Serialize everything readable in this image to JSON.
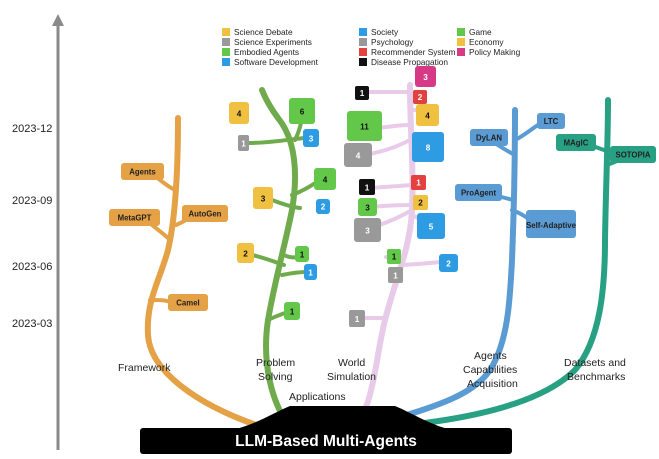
{
  "root": {
    "label": "LLM-Based Multi-Agents",
    "color": "#4f7f5a"
  },
  "axis": {
    "ticks": [
      "2023-12",
      "2023-09",
      "2023-06",
      "2023-03"
    ]
  },
  "colors": {
    "framework": "#e4a146",
    "problem_solving": "#6fab4d",
    "world_simulation": "#e7cbe9",
    "agents_capabilities": "#5b9bd3",
    "benchmarks": "#27a083",
    "science_debate": "#f0c040",
    "science_experiments": "#999999",
    "embodied_agents": "#63c84a",
    "software_development": "#2d9ce3",
    "society": "#2d9ce3",
    "psychology": "#999999",
    "recommender_system": "#e34040",
    "disease_propagation": "#111111",
    "game": "#63c84a",
    "economy": "#f0c040",
    "policy_making": "#d63a86"
  },
  "legend": [
    {
      "label": "Science Debate",
      "color_key": "science_debate"
    },
    {
      "label": "Science Experiments",
      "color_key": "science_experiments"
    },
    {
      "label": "Embodied Agents",
      "color_key": "embodied_agents"
    },
    {
      "label": "Software Development",
      "color_key": "software_development"
    },
    {
      "label": "Society",
      "color_key": "society"
    },
    {
      "label": "Psychology",
      "color_key": "psychology"
    },
    {
      "label": "Recommender System",
      "color_key": "recommender_system"
    },
    {
      "label": "Disease Propagation",
      "color_key": "disease_propagation"
    },
    {
      "label": "Game",
      "color_key": "game"
    },
    {
      "label": "Economy",
      "color_key": "economy"
    },
    {
      "label": "Policy Making",
      "color_key": "policy_making"
    }
  ],
  "branches": {
    "framework": "Framework",
    "problem_solving": [
      "Problem",
      "Solving"
    ],
    "world_simulation": [
      "World",
      "Simulation"
    ],
    "applications": "Applications",
    "agents_capabilities": [
      "Agents",
      "Capabilities",
      "Acquisition"
    ],
    "benchmarks": [
      "Datasets and",
      "Benchmarks"
    ]
  },
  "framework_nodes": [
    "Agents",
    "MetaGPT",
    "AutoGen",
    "Camel"
  ],
  "agents_nodes": [
    "DyLAN",
    "LTC",
    "ProAgent",
    "Self-Adaptive"
  ],
  "benchmark_nodes": [
    "MAgIC",
    "SOTOPIA"
  ],
  "problem_counts": {
    "dec_1": {
      "value": "4",
      "category": "science_debate"
    },
    "dec_2": {
      "value": "6",
      "category": "embodied_agents"
    },
    "dec_3": {
      "value": "1",
      "category": "science_experiments"
    },
    "dec_4": {
      "value": "3",
      "category": "software_development"
    },
    "sep_1": {
      "value": "4",
      "category": "embodied_agents"
    },
    "sep_2": {
      "value": "3",
      "category": "science_debate"
    },
    "sep_3": {
      "value": "2",
      "category": "software_development"
    },
    "jun_1": {
      "value": "2",
      "category": "science_debate"
    },
    "jun_2": {
      "value": "1",
      "category": "embodied_agents"
    },
    "jun_3": {
      "value": "1",
      "category": "software_development"
    },
    "mar_1": {
      "value": "1",
      "category": "embodied_agents"
    }
  },
  "simulation_counts": {
    "top_1": {
      "value": "3",
      "category": "policy_making"
    },
    "top_2": {
      "value": "1",
      "category": "disease_propagation"
    },
    "top_3": {
      "value": "2",
      "category": "recommender_system"
    },
    "dec_1": {
      "value": "11",
      "category": "game"
    },
    "dec_2": {
      "value": "4",
      "category": "economy"
    },
    "dec_3": {
      "value": "4",
      "category": "psychology"
    },
    "dec_4": {
      "value": "8",
      "category": "society"
    },
    "sep_1": {
      "value": "1",
      "category": "disease_propagation"
    },
    "sep_2": {
      "value": "1",
      "category": "recommender_system"
    },
    "sep_3": {
      "value": "3",
      "category": "game"
    },
    "sep_4": {
      "value": "2",
      "category": "economy"
    },
    "sep_5": {
      "value": "3",
      "category": "psychology"
    },
    "sep_6": {
      "value": "5",
      "category": "society"
    },
    "jun_1": {
      "value": "1",
      "category": "game"
    },
    "jun_2": {
      "value": "2",
      "category": "society"
    },
    "jun_3": {
      "value": "1",
      "category": "psychology"
    },
    "mar_1": {
      "value": "1",
      "category": "psychology"
    }
  }
}
